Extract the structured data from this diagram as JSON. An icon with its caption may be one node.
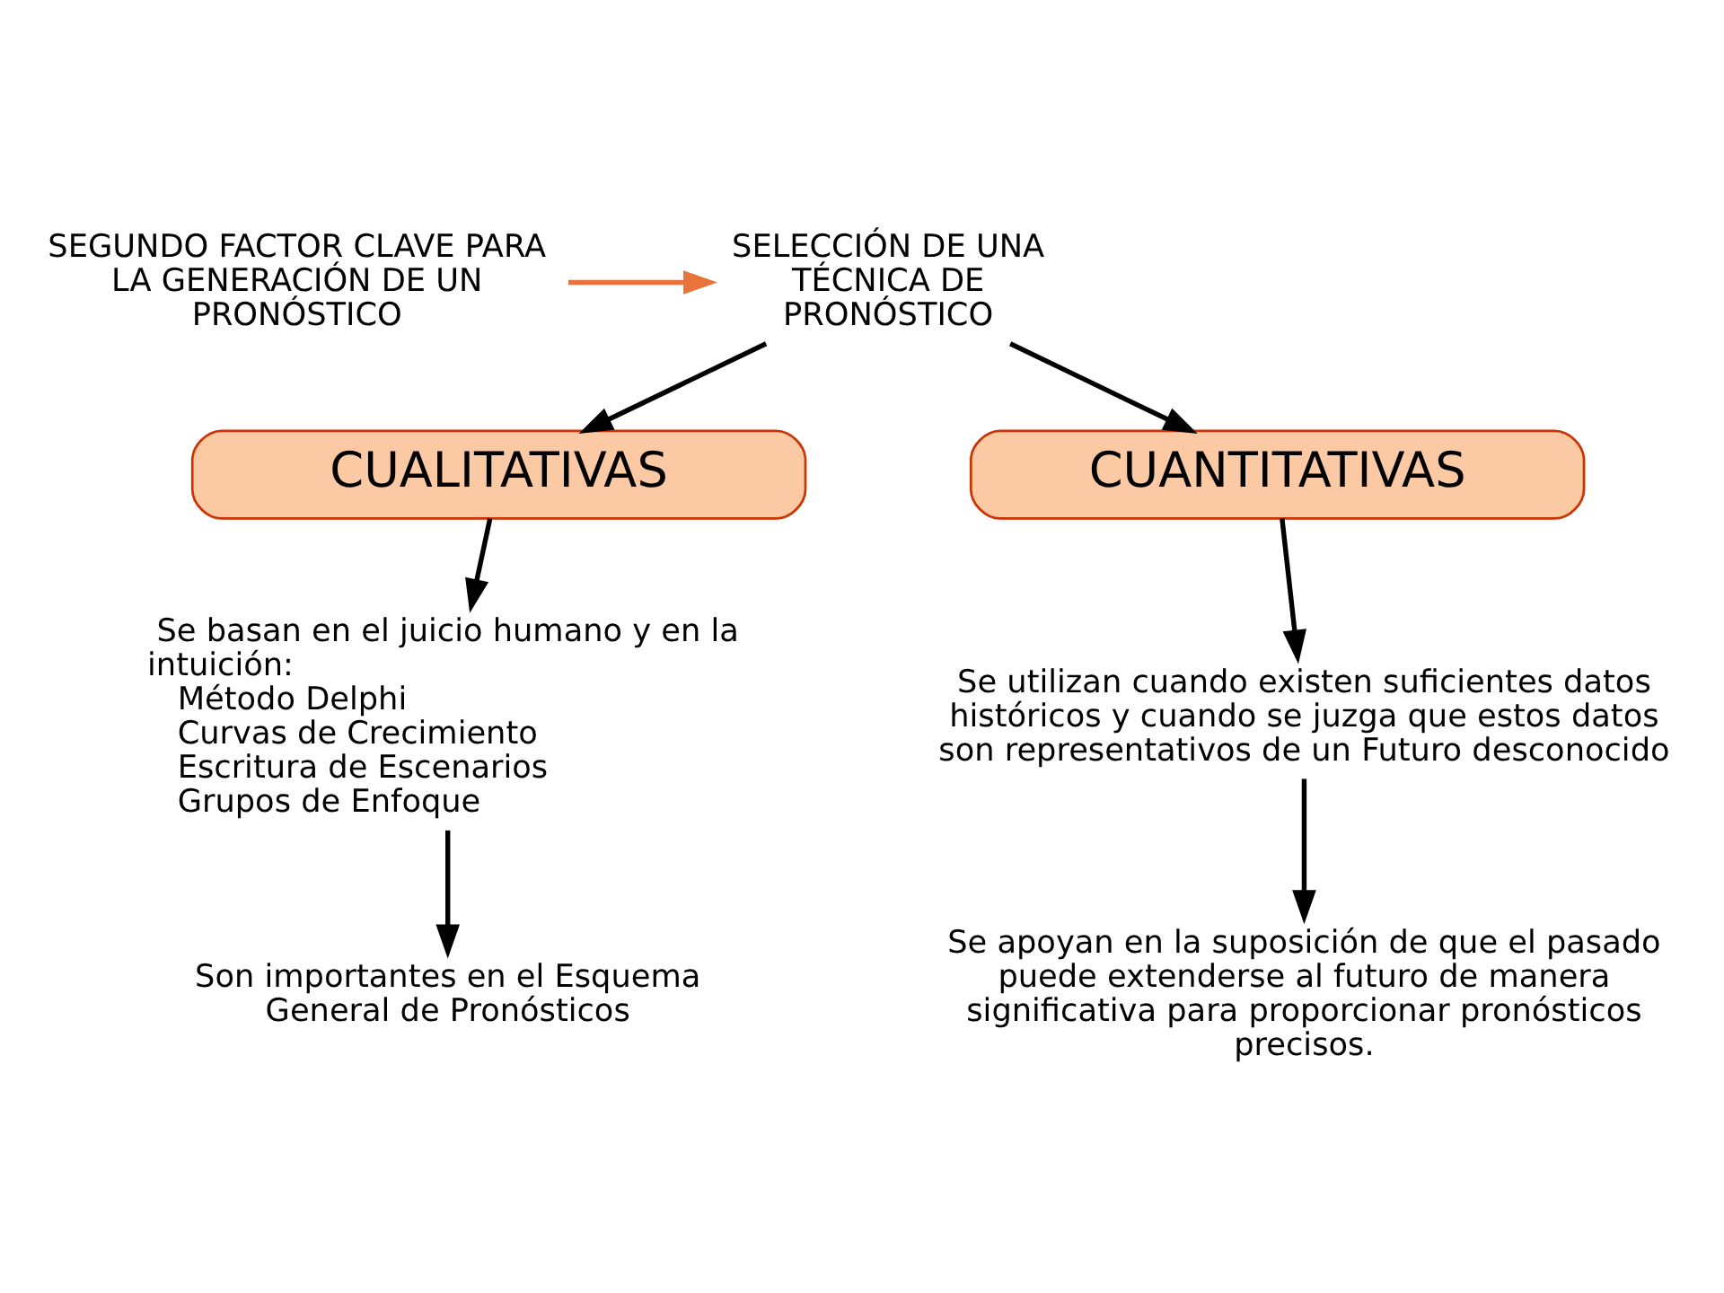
{
  "diagram": {
    "nodes": [
      {
        "text": [
          "SEGUNDO FACTOR CLAVE PARA LA GENERACIÓN DE UN PRONÓSTICO"
        ]
      },
      {
        "text": [
          "SELECCIÓN DE UNA TÉCNICA DE PRONÓSTICO"
        ]
      },
      {
        "text": [
          "CUALITATIVAS"
        ]
      },
      {
        "text": [
          "CUANTITATIVAS"
        ]
      },
      {
        "text": [
          "Se basan en el juicio humano y en la intuición:",
          "Método Delphi",
          "Curvas de Crecimiento",
          "Escritura de Escenarios",
          "Grupos de Enfoque"
        ]
      },
      {
        "text": [
          "Son importantes en el Esquema General de Pronósticos"
        ]
      },
      {
        "text": [
          "Se utilizan cuando existen suficientes datos históricos y cuando se juzga que estos datos son representativos de un Futuro desconocido"
        ]
      },
      {
        "text": [
          "Se apoyan en la suposición de que el pasado puede extenderse al futuro de manera significativa para proporcionar pronósticos precisos."
        ]
      }
    ],
    "edges": [
      {
        "from": 0,
        "to": 1,
        "arrow": "to",
        "color": "#e8743b"
      },
      {
        "from": 1,
        "to": 2,
        "arrow": "to"
      },
      {
        "from": 1,
        "to": 3,
        "arrow": "to"
      },
      {
        "from": 2,
        "to": 4,
        "arrow": "to"
      },
      {
        "from": 4,
        "to": 5,
        "arrow": "to"
      },
      {
        "from": 3,
        "to": 6,
        "arrow": "to"
      },
      {
        "from": 6,
        "to": 7,
        "arrow": "to"
      }
    ]
  }
}
